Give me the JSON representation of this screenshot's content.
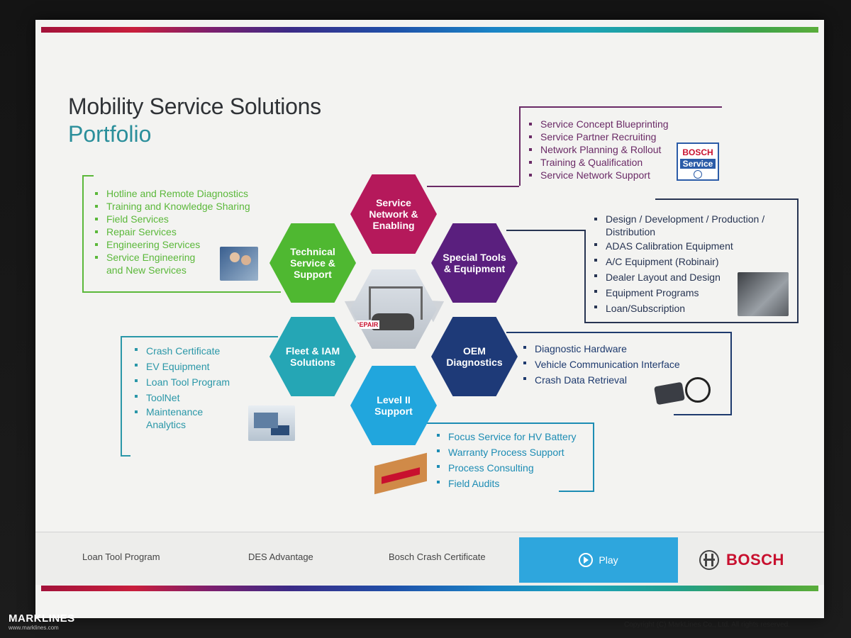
{
  "title": {
    "line1": "Mobility Service Solutions",
    "line2": "Portfolio"
  },
  "hexagons": {
    "service_network": "Service Network & Enabling",
    "technical_service": "Technical Service & Support",
    "special_tools": "Special Tools & Equipment",
    "fleet_iam": "Fleet & IAM Solutions",
    "oem_diagnostics": "OEM Diagnostics",
    "level2_support": "Level II Support"
  },
  "center_photo": {
    "sign": "REPAIR"
  },
  "lists": {
    "technical": [
      "Hotline and Remote Diagnostics",
      "Training and Knowledge Sharing",
      "Field Services",
      "Repair Services",
      "Engineering Services",
      "Service Engineering and New Services"
    ],
    "service_network": [
      "Service Concept Blueprinting",
      "Service Partner Recruiting",
      "Network Planning & Rollout",
      "Training & Qualification",
      "Service Network Support"
    ],
    "special_tools": [
      "Design / Development / Production / Distribution",
      "ADAS Calibration Equipment",
      "A/C Equipment (Robinair)",
      "Dealer Layout and Design",
      "Equipment Programs",
      "Loan/Subscription"
    ],
    "fleet": [
      "Crash Certificate",
      "EV Equipment",
      "Loan Tool Program",
      "ToolNet",
      "Maintenance Analytics"
    ],
    "oem": [
      "Diagnostic Hardware",
      "Vehicle Communication Interface",
      "Crash Data Retrieval"
    ],
    "level2": [
      "Focus Service for HV Battery",
      "Warranty Process Support",
      "Process Consulting",
      "Field Audits"
    ]
  },
  "bosch_service": {
    "brand": "BOSCH",
    "label": "Service"
  },
  "bottom_nav": {
    "item1": "Loan Tool Program",
    "item2": "DES Advantage",
    "item3": "Bosch Crash Certificate",
    "play": "Play"
  },
  "brand": "BOSCH",
  "watermark": {
    "name": "MARKLINES",
    "url": "www.marklines.com"
  },
  "copyright": "Copyright (C) MarkLines Co., Ltd. All rights reserved."
}
